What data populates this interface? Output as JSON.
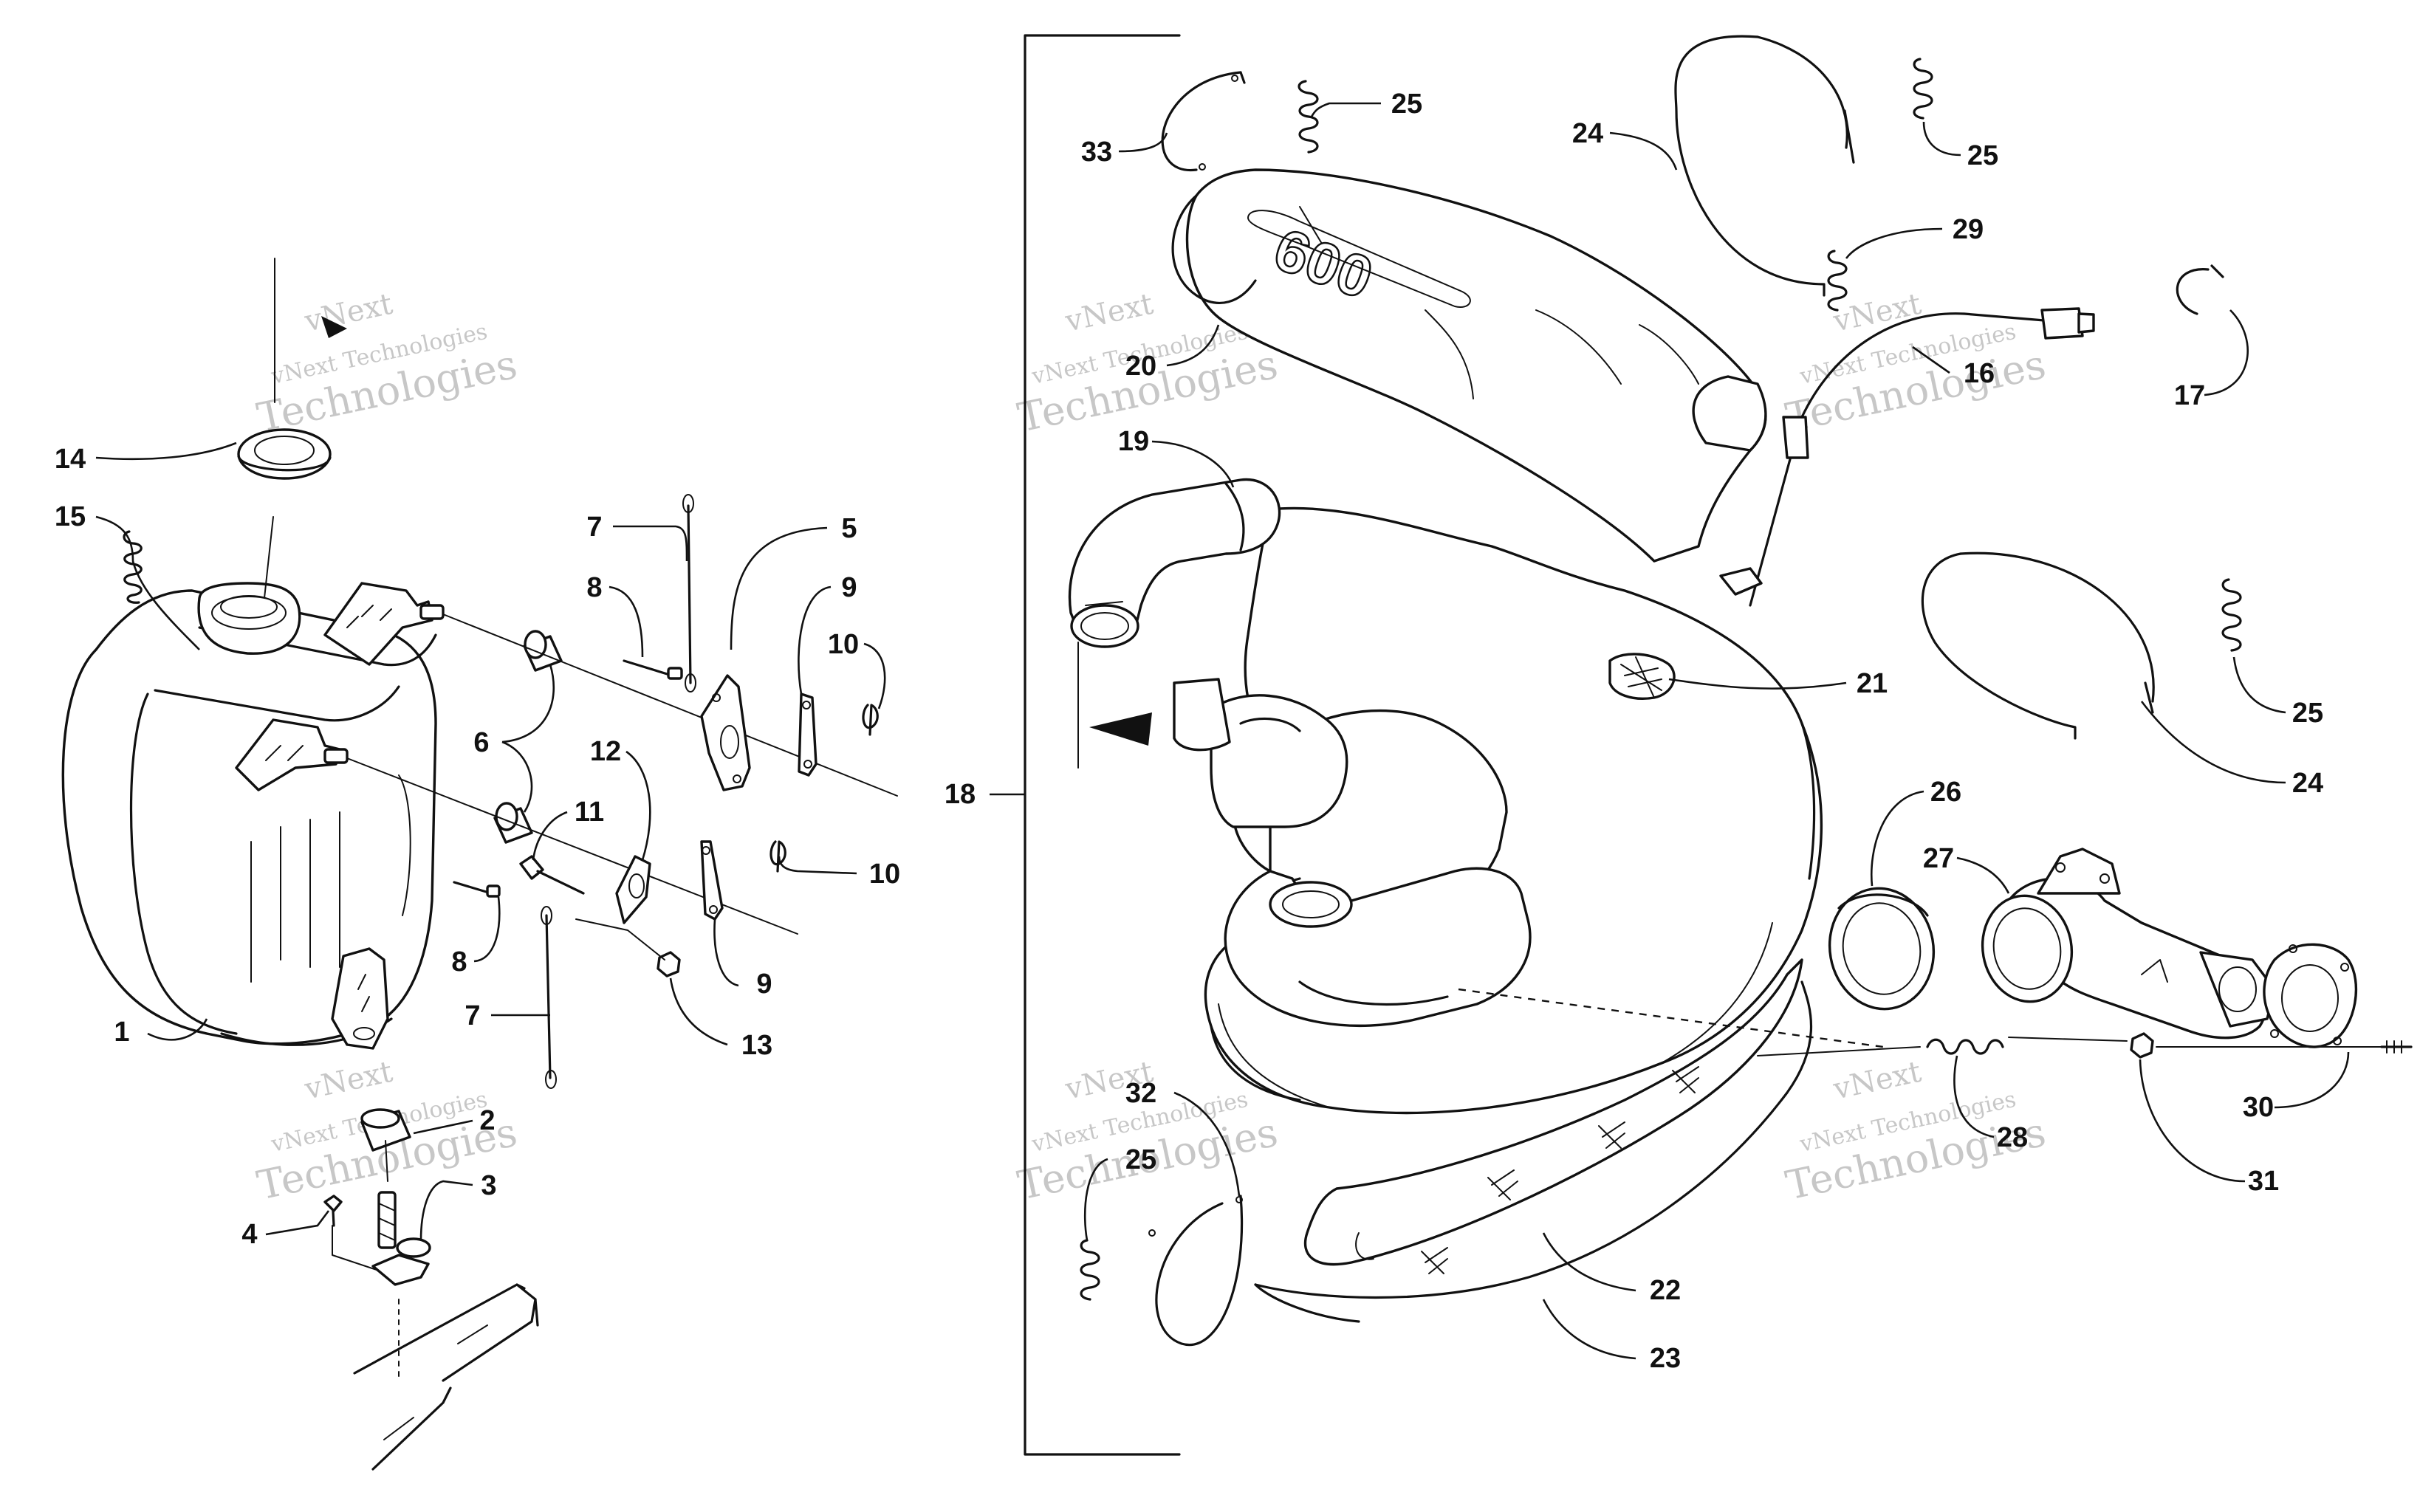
{
  "watermark": {
    "line1": "vNext",
    "line2": "vNext Technologies",
    "line3": "Technologies"
  },
  "callouts": [
    {
      "id": "c1",
      "label": "1"
    },
    {
      "id": "c2",
      "label": "2"
    },
    {
      "id": "c3",
      "label": "3"
    },
    {
      "id": "c4",
      "label": "4"
    },
    {
      "id": "c5",
      "label": "5"
    },
    {
      "id": "c6",
      "label": "6"
    },
    {
      "id": "c7a",
      "label": "7"
    },
    {
      "id": "c7b",
      "label": "7"
    },
    {
      "id": "c8a",
      "label": "8"
    },
    {
      "id": "c8b",
      "label": "8"
    },
    {
      "id": "c9a",
      "label": "9"
    },
    {
      "id": "c9b",
      "label": "9"
    },
    {
      "id": "c10a",
      "label": "10"
    },
    {
      "id": "c10b",
      "label": "10"
    },
    {
      "id": "c11",
      "label": "11"
    },
    {
      "id": "c12",
      "label": "12"
    },
    {
      "id": "c13",
      "label": "13"
    },
    {
      "id": "c14",
      "label": "14"
    },
    {
      "id": "c15",
      "label": "15"
    },
    {
      "id": "c16",
      "label": "16"
    },
    {
      "id": "c17",
      "label": "17"
    },
    {
      "id": "c18",
      "label": "18"
    },
    {
      "id": "c19",
      "label": "19"
    },
    {
      "id": "c20",
      "label": "20"
    },
    {
      "id": "c21",
      "label": "21"
    },
    {
      "id": "c22",
      "label": "22"
    },
    {
      "id": "c23",
      "label": "23"
    },
    {
      "id": "c24a",
      "label": "24"
    },
    {
      "id": "c24b",
      "label": "24"
    },
    {
      "id": "c25a",
      "label": "25"
    },
    {
      "id": "c25b",
      "label": "25"
    },
    {
      "id": "c25c",
      "label": "25"
    },
    {
      "id": "c25d",
      "label": "25"
    },
    {
      "id": "c26",
      "label": "26"
    },
    {
      "id": "c27",
      "label": "27"
    },
    {
      "id": "c28",
      "label": "28"
    },
    {
      "id": "c29",
      "label": "29"
    },
    {
      "id": "c30",
      "label": "30"
    },
    {
      "id": "c31",
      "label": "31"
    },
    {
      "id": "c32",
      "label": "32"
    },
    {
      "id": "c33",
      "label": "33"
    }
  ],
  "muffler_marking": "600"
}
